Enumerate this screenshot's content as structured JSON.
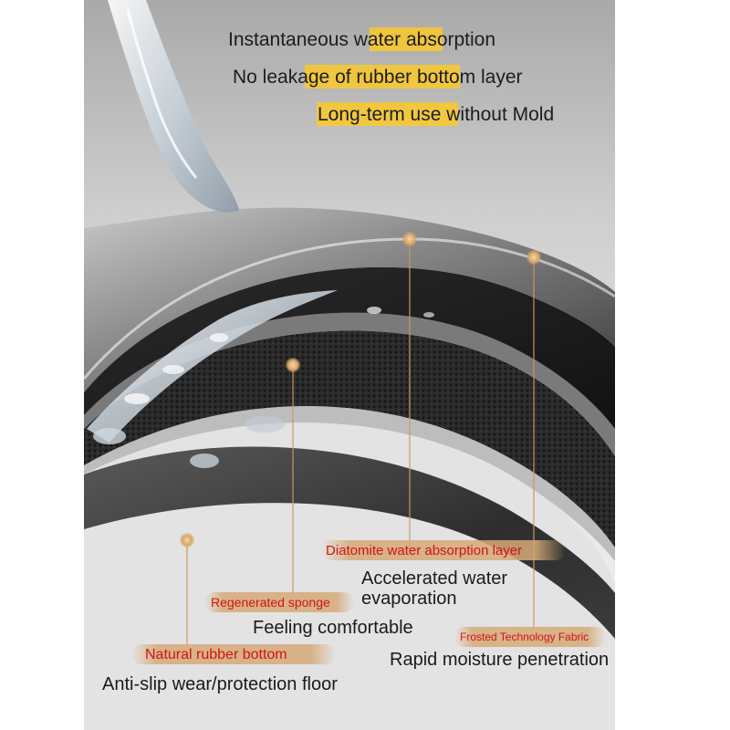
{
  "headlines": [
    "Instantaneous water absorption",
    "No leakage of rubber bottom layer",
    "Long-term use without Mold"
  ],
  "layers": [
    {
      "tag": "Diatomite water absorption layer",
      "desc": "Accelerated water\nevaporation"
    },
    {
      "tag": "Regenerated sponge",
      "desc": "Feeling comfortable"
    },
    {
      "tag": "Frosted Technology Fabric",
      "desc": "Rapid moisture penetration"
    },
    {
      "tag": "Natural rubber bottom",
      "desc": "Anti-slip wear/protection floor"
    }
  ],
  "colors": {
    "highlight": "#fbc92a",
    "tag_background": "#d6aa78",
    "tag_text": "#d51212",
    "leader_line": "#c99a5e"
  }
}
